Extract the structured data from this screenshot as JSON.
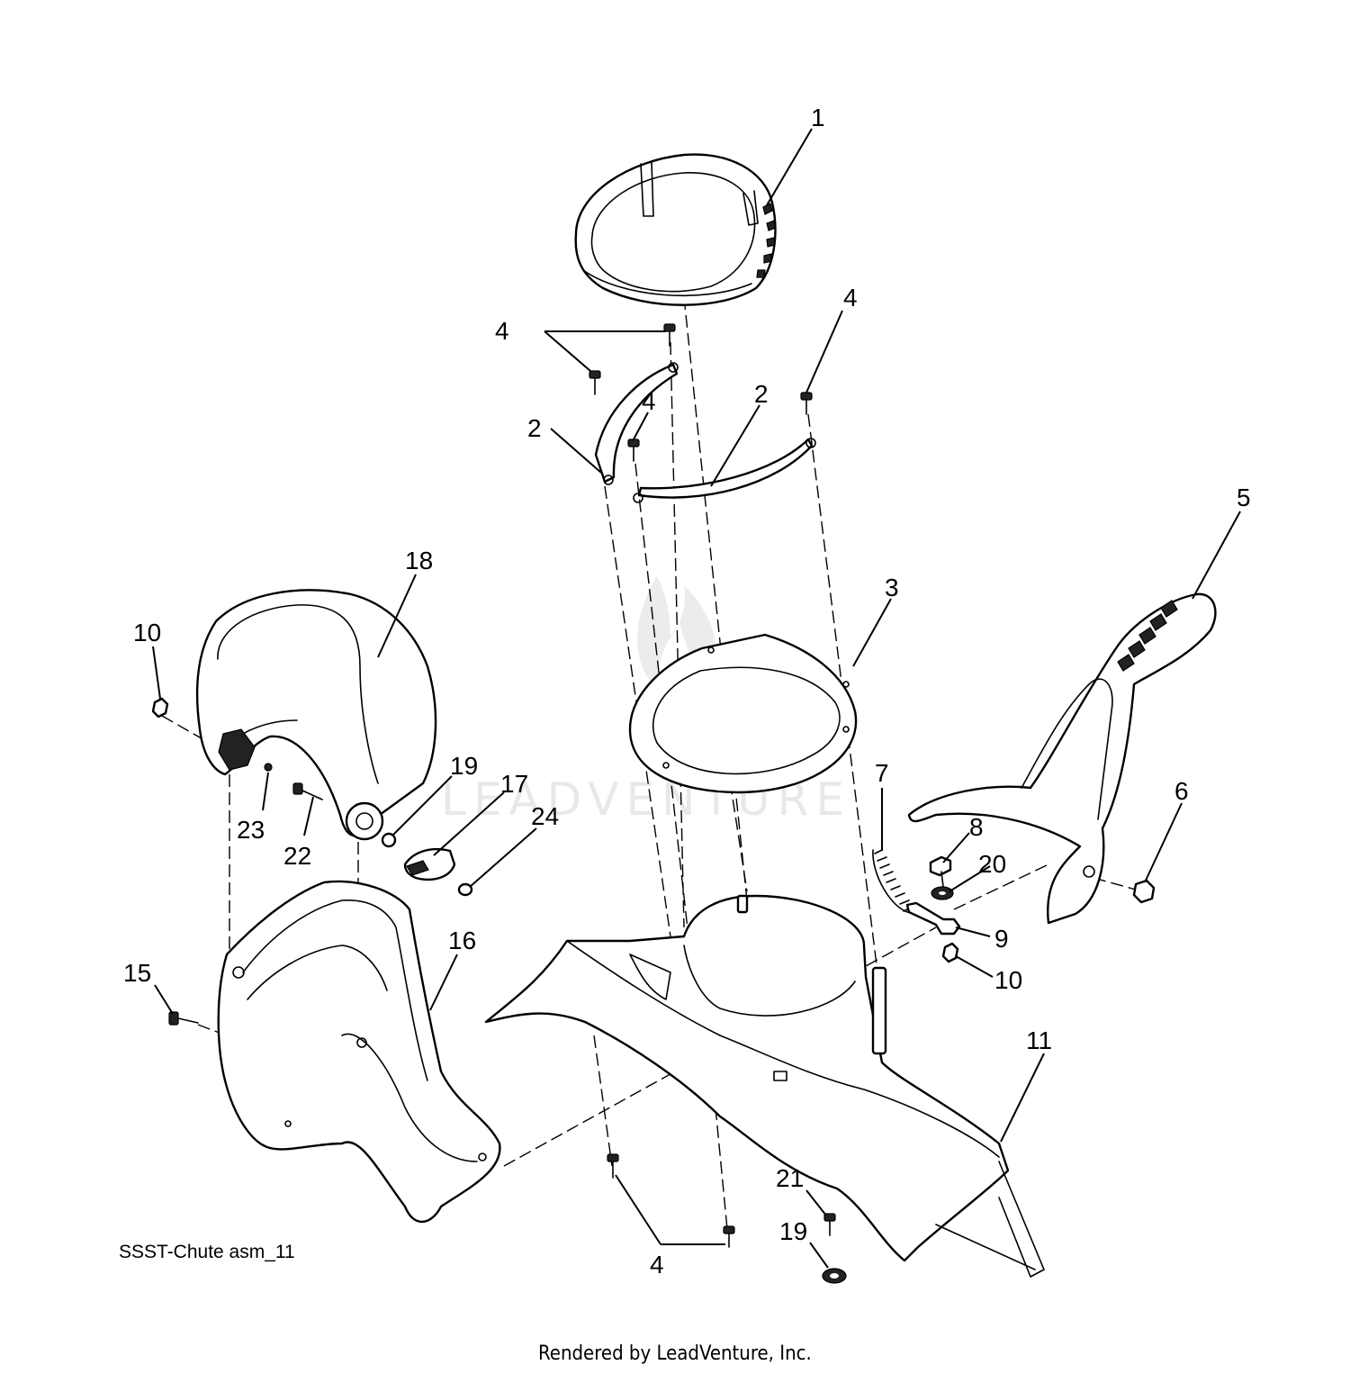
{
  "diagram_ref": "SSST-Chute asm_11",
  "footer_text": "Rendered by LeadVenture, Inc.",
  "watermark_text": "LEADVENTURE",
  "callouts": {
    "c1": "1",
    "c2a": "2",
    "c2b": "2",
    "c3": "3",
    "c4a": "4",
    "c4b": "4",
    "c4c": "4",
    "c4d": "4",
    "c5": "5",
    "c6": "6",
    "c7": "7",
    "c8": "8",
    "c9": "9",
    "c10a": "10",
    "c10b": "10",
    "c11": "11",
    "c15": "15",
    "c16": "16",
    "c17": "17",
    "c18": "18",
    "c19a": "19",
    "c19b": "19",
    "c20": "20",
    "c21": "21",
    "c22": "22",
    "c23": "23",
    "c24": "24"
  }
}
